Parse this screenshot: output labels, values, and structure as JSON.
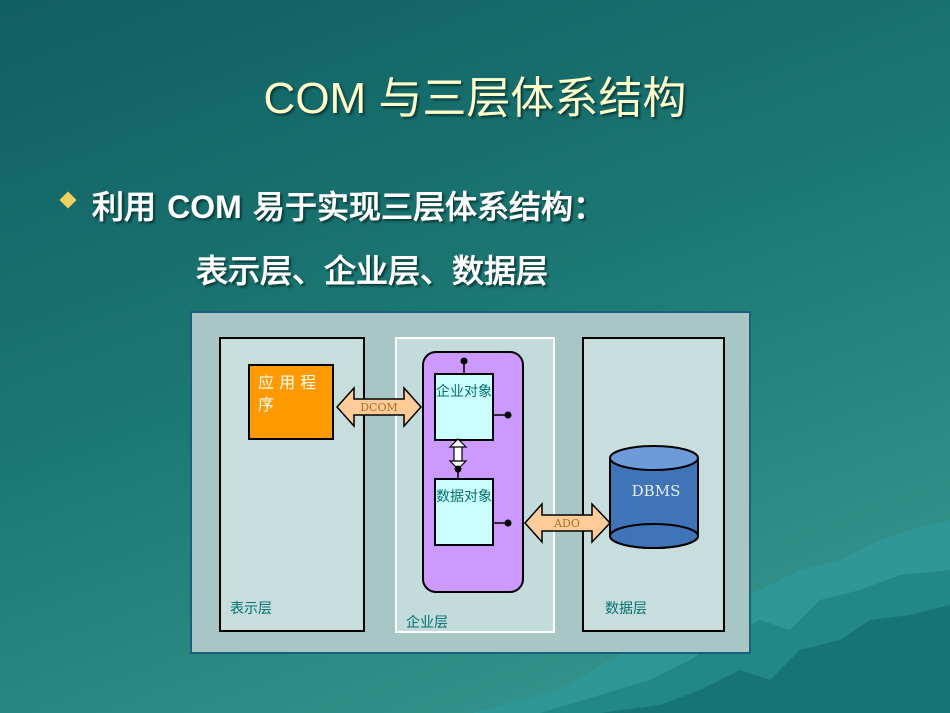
{
  "slide": {
    "title": "COM 与三层体系结构",
    "bullet_prefix": "利用 ",
    "bullet_em": "COM",
    "bullet_suffix": " 易于实现三层体系结构：",
    "bullet_sub": "表示层、企业层、数据层"
  },
  "diagram": {
    "app_box": "应 用 程 序",
    "enterprise_object": "企业对象",
    "data_object": "数据对象",
    "dcom": "DCOM",
    "ado": "ADO",
    "dbms": "DBMS",
    "presentation_layer": "表示层",
    "enterprise_layer": "企业层",
    "data_layer": "数据层"
  },
  "colors": {
    "background": "#1c7873",
    "title_text": "#ffffcc",
    "diagram_bg": "#a9c6c6",
    "panel": "#c8dedd",
    "app_box": "#ff9900",
    "business_container": "#cc99ff",
    "object_box": "#ccffff",
    "arrow_fill": "#ffcc99",
    "dbms_cylinder": "#3f74b8",
    "label_teal": "#007070"
  }
}
